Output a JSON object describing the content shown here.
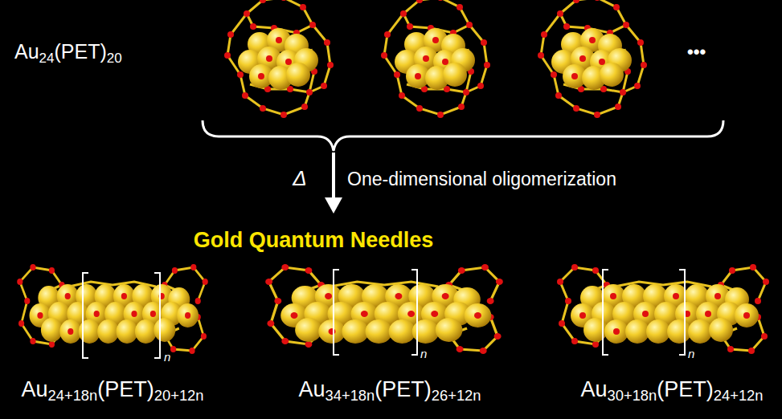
{
  "diagram": {
    "labels": [
      "Au24(PET)20",
      "•••",
      "Δ",
      "One-dimensional oligomerization",
      "Gold Quantum Needles",
      "n",
      "n",
      "n",
      "Au24+18n(PET)20+12n",
      "Au34+18n(PET)26+12n",
      "Au30+18n(PET)24+12n"
    ]
  }
}
